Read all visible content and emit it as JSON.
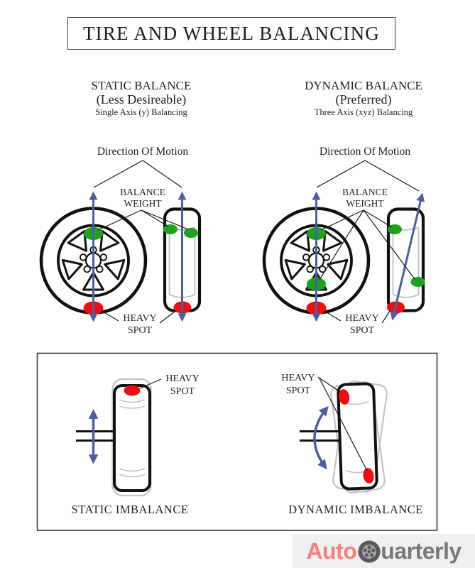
{
  "title": "TIRE AND WHEEL BALANCING",
  "columns": {
    "static": {
      "heading": "STATIC BALANCE",
      "subheading": "(Less Desireable)",
      "note": "Single Axis (y) Balancing",
      "direction_label": "Direction Of Motion",
      "balance_weight_label": [
        "BALANCE",
        "WEIGHT"
      ],
      "heavy_spot_label": [
        "HEAVY",
        "SPOT"
      ]
    },
    "dynamic": {
      "heading": "DYNAMIC BALANCE",
      "subheading": "(Preferred)",
      "note": "Three Axis (xyz) Balancing",
      "direction_label": "Direction Of Motion",
      "balance_weight_label": [
        "BALANCE",
        "WEIGHT"
      ],
      "heavy_spot_label": [
        "HEAVY",
        "SPOT"
      ]
    }
  },
  "bottom_panel": {
    "static_imbalance": {
      "heavy_spot_label": [
        "HEAVY",
        "SPOT"
      ],
      "caption": "STATIC IMBALANCE"
    },
    "dynamic_imbalance": {
      "heavy_spot_label": [
        "HEAVY",
        "SPOT"
      ],
      "caption": "DYNAMIC IMBALANCE"
    }
  },
  "logo": {
    "prefix": "Auto",
    "suffix": "uarterly",
    "icon": "wheel-icon"
  },
  "colors": {
    "axis_blue": "#4a5ea6",
    "balance_weight_green": "#1ea21e",
    "heavy_spot_red": "#ef0d0d",
    "line_black": "#111111",
    "ghost_gray": "#c4c4c4",
    "logo_pink": "#f4807f",
    "logo_gray": "#77787b",
    "logo_background": "#f0f0f0"
  }
}
